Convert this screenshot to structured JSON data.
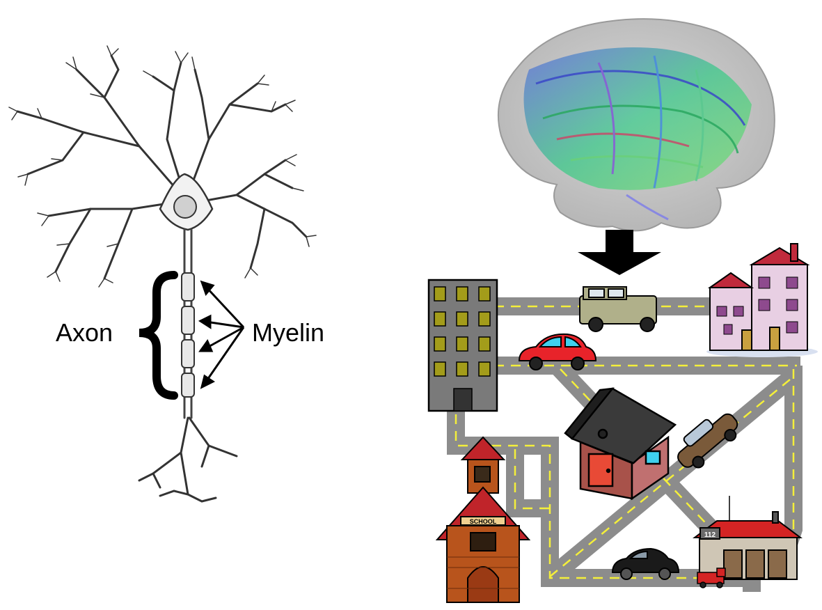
{
  "labels": {
    "axon": "Axon",
    "myelin": "Myelin"
  },
  "signs": {
    "school": "SCHOOL",
    "fire_station_number": "112"
  },
  "colors": {
    "road": "#8c8c8c",
    "road_line": "#f4ef3a",
    "tower": "#7a7a7a",
    "tower_window": "#a39c1a",
    "house_wall": "#a8524a",
    "house_roof": "#3a3a3a",
    "house_door": "#e84a36",
    "mansion_wall": "#e8cfe3",
    "mansion_roof": "#c02a3c",
    "school_wall": "#b8541c",
    "fire_wall": "#cfc6b5",
    "fire_roof": "#d42424",
    "car_red": "#e8232a",
    "car_window": "#3fd0ee",
    "jeep": "#b0b08a"
  },
  "icons": [
    "neuron-icon",
    "brain-tractography-icon",
    "down-arrow-icon",
    "office-tower-icon",
    "mansion-icon",
    "house-icon",
    "schoolhouse-icon",
    "fire-station-icon",
    "red-car-icon",
    "jeep-icon",
    "classic-car-icon",
    "sedan-icon",
    "fire-truck-icon"
  ]
}
